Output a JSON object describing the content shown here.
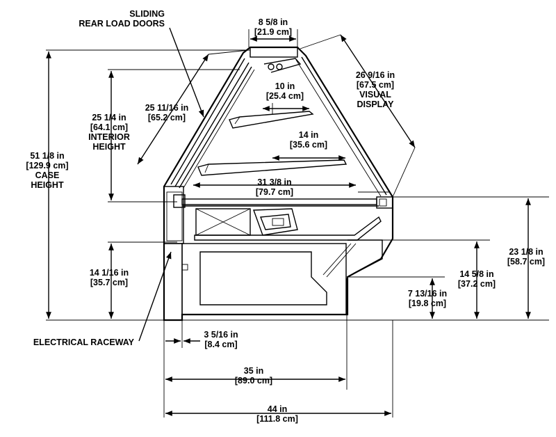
{
  "labels": {
    "sliding_doors": [
      "SLIDING",
      "REAR LOAD DOORS"
    ],
    "top_width": [
      "8 5/8 in",
      "[21.9 cm]"
    ],
    "visual_display": [
      "26 9/16 in",
      "[67.5 cm]",
      "VISUAL",
      "DISPLAY"
    ],
    "door_length": [
      "25 11/16 in",
      "[65.2 cm]"
    ],
    "interior_height": [
      "25 1/4 in",
      "[64.1 cm]",
      "INTERIOR",
      "HEIGHT"
    ],
    "case_height": [
      "51 1/8 in",
      "[129.9 cm]",
      "CASE",
      "HEIGHT"
    ],
    "upper_shelf": [
      "10 in",
      "[25.4 cm]"
    ],
    "lower_shelf": [
      "14 in",
      "[35.6 cm]"
    ],
    "deck_depth": [
      "31 3/8 in",
      "[79.7 cm]"
    ],
    "front_height": [
      "23 1/8 in",
      "[58.7 cm]"
    ],
    "rear_lower_height": [
      "14 1/16 in",
      "[35.7 cm]"
    ],
    "front_mid_height": [
      "14 5/8 in",
      "[37.2 cm]"
    ],
    "bumper_height": [
      "7 13/16 in",
      "[19.8 cm]"
    ],
    "electrical_raceway": [
      "ELECTRICAL RACEWAY"
    ],
    "raceway_offset": [
      "3 5/16 in",
      "[8.4 cm]"
    ],
    "base_depth": [
      "35 in",
      "[89.0 cm]"
    ],
    "overall_depth": [
      "44 in",
      "[111.8 cm]"
    ]
  }
}
